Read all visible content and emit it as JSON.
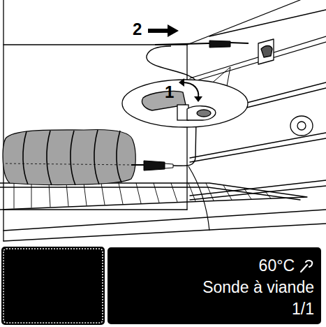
{
  "diagram": {
    "nodes": [
      {
        "text": [
          "60°C",
          "Sonde à viande",
          "1/1"
        ]
      }
    ],
    "labels": [
      "2",
      "1"
    ]
  }
}
